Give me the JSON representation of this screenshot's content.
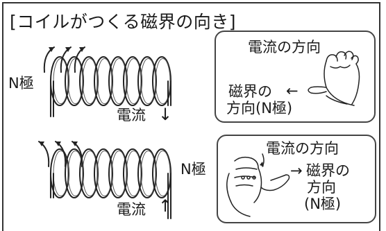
{
  "title": "[コイルがつくる磁界の向き]",
  "upper": {
    "north_pole_label": "N極",
    "current_label": "電流",
    "current_arrow": "↓",
    "hand_panel": {
      "current_direction_label": "電流の方向",
      "field_line1": "磁界の",
      "field_line2": "方向(N極)",
      "field_arrow": "←"
    }
  },
  "lower": {
    "north_pole_label": "N極",
    "current_label": "電流",
    "current_arrow": "↑",
    "hand_panel": {
      "current_direction_label": "電流の方向",
      "field_line1": "磁界の",
      "field_line2": "方向",
      "field_line3": "(N極)",
      "field_arrow": "→"
    }
  }
}
